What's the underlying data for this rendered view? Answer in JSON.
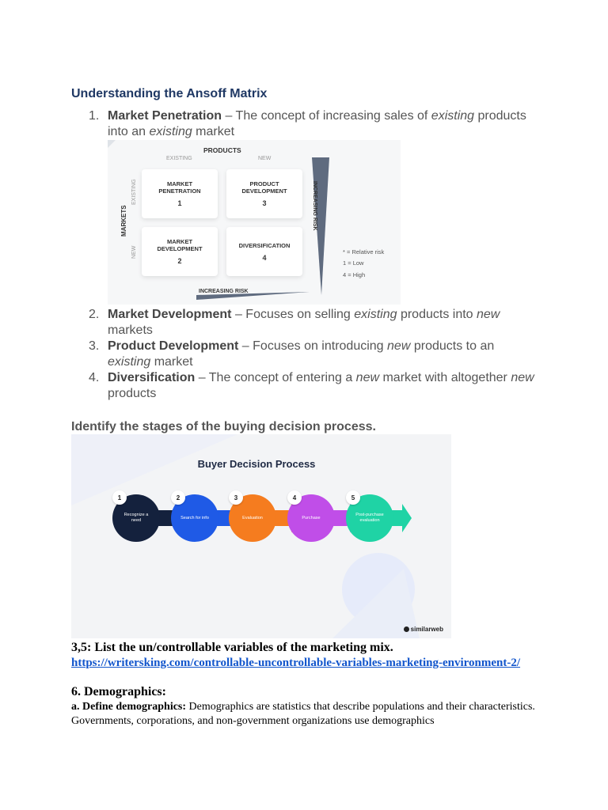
{
  "ansoff": {
    "heading": "Understanding the Ansoff Matrix",
    "items": [
      {
        "num": "1.",
        "term": "Market Penetration",
        "parts": [
          " – The concept of increasing sales of ",
          "existing",
          " products into an ",
          "existing",
          " market"
        ]
      },
      {
        "num": "2.",
        "term": "Market Development",
        "parts": [
          " – Focuses on selling ",
          "existing",
          " products into ",
          "new",
          " markets"
        ]
      },
      {
        "num": "3.",
        "term": "Product Development",
        "parts": [
          " – Focuses on introducing ",
          "new",
          " products to an ",
          "existing",
          " market"
        ]
      },
      {
        "num": "4.",
        "term": "Diversification",
        "parts": [
          " – The concept of entering a ",
          "new",
          " market with altogether ",
          "new",
          " products"
        ]
      }
    ],
    "matrix": {
      "products_label": "PRODUCTS",
      "markets_label": "MARKETS",
      "existing": "EXISTING",
      "new": "NEW",
      "increasing_risk": "INCREASING RISK",
      "cells": [
        {
          "title": "MARKET PENETRATION",
          "n": "1"
        },
        {
          "title": "PRODUCT DEVELOPMENT",
          "n": "3"
        },
        {
          "title": "MARKET DEVELOPMENT",
          "n": "2"
        },
        {
          "title": "DIVERSIFICATION",
          "n": "4"
        }
      ],
      "legend": [
        "* = Relative risk",
        "1 = Low",
        "4 = High"
      ]
    }
  },
  "buyer": {
    "heading": "Identify the stages of the buying decision process.",
    "title": "Buyer Decision Process",
    "stages": [
      {
        "n": "1",
        "label": "Recognize a need",
        "color": "#14213d"
      },
      {
        "n": "2",
        "label": "Search for info",
        "color": "#1f5ae6"
      },
      {
        "n": "3",
        "label": "Evaluation",
        "color": "#f57c1f"
      },
      {
        "n": "4",
        "label": "Purchase",
        "color": "#c04ee8"
      },
      {
        "n": "5",
        "label": "Post-purchase evaluation",
        "color": "#1fd3a5"
      }
    ],
    "brand": "similarweb"
  },
  "mix": {
    "question": "3,5: List the un/controllable variables of the marketing mix.",
    "link": "https://writersking.com/controllable-uncontrollable-variables-marketing-environment-2/"
  },
  "demographics": {
    "heading": "6. Demographics:",
    "label": "a. Define demographics:",
    "text": " Demographics are statistics that describe populations and their characteristics. Governments, corporations, and non-government organizations use demographics"
  }
}
